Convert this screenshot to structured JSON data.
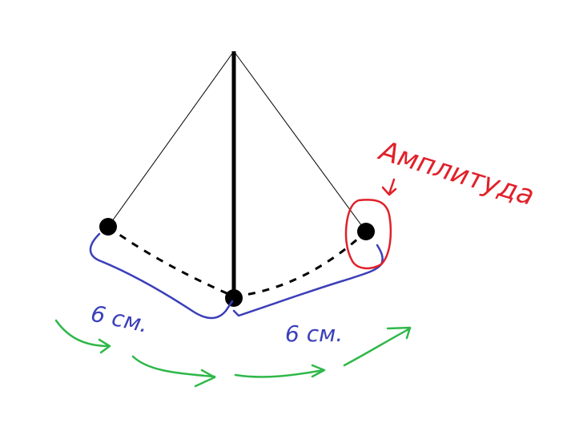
{
  "labels": {
    "amplitude": "Амплитуда",
    "left_distance": "6 см.",
    "right_distance": "6 см."
  },
  "colors": {
    "ink": "#000000",
    "annotation_red": "#e0202a",
    "measure_blue": "#3b3fb8",
    "motion_green": "#2fb84a"
  },
  "icons": {
    "amplitude_arrow": "arrow-down-icon",
    "motion_arrows": "arrow-right-icon"
  }
}
